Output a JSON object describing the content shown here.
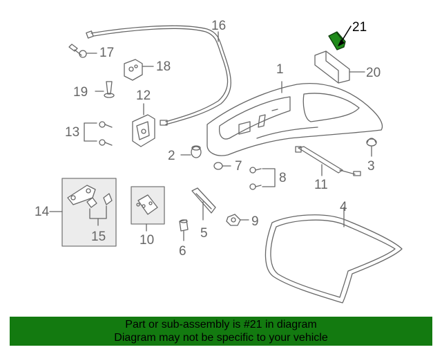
{
  "diagram": {
    "callouts": [
      {
        "id": "1",
        "label": "1"
      },
      {
        "id": "2",
        "label": "2"
      },
      {
        "id": "3",
        "label": "3"
      },
      {
        "id": "4",
        "label": "4"
      },
      {
        "id": "5",
        "label": "5"
      },
      {
        "id": "6",
        "label": "6"
      },
      {
        "id": "7",
        "label": "7"
      },
      {
        "id": "8",
        "label": "8"
      },
      {
        "id": "9",
        "label": "9"
      },
      {
        "id": "10",
        "label": "10"
      },
      {
        "id": "11",
        "label": "11"
      },
      {
        "id": "12",
        "label": "12"
      },
      {
        "id": "13",
        "label": "13"
      },
      {
        "id": "14",
        "label": "14"
      },
      {
        "id": "15",
        "label": "15"
      },
      {
        "id": "16",
        "label": "16"
      },
      {
        "id": "17",
        "label": "17"
      },
      {
        "id": "18",
        "label": "18"
      },
      {
        "id": "19",
        "label": "19"
      },
      {
        "id": "20",
        "label": "20"
      },
      {
        "id": "21",
        "label": "21"
      }
    ],
    "highlighted_part": "21",
    "colors": {
      "line": "#666666",
      "highlight_part": "#1f8a1a",
      "banner": "#137a10",
      "label": "#666666",
      "highlight_label": "#000000"
    }
  },
  "footer": {
    "line1": "Part or sub-assembly is #21 in diagram",
    "line2": "Diagram may not be specific to your vehicle"
  }
}
